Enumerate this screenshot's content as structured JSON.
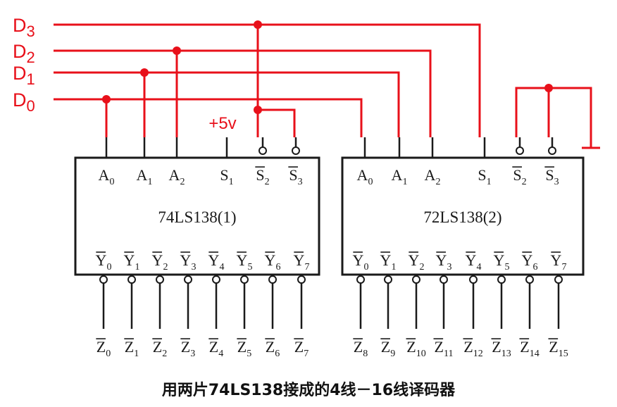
{
  "colors": {
    "wire": "#e8101a",
    "ink": "#1a1a1a"
  },
  "inputs": [
    {
      "letter": "D",
      "sub": "3"
    },
    {
      "letter": "D",
      "sub": "2"
    },
    {
      "letter": "D",
      "sub": "1"
    },
    {
      "letter": "D",
      "sub": "0"
    }
  ],
  "supply_label": "+5v",
  "chips": [
    {
      "title": "74LS138(1)",
      "top_pins": [
        {
          "main": "A",
          "sub": "0",
          "bar": false
        },
        {
          "main": "A",
          "sub": "1",
          "bar": false
        },
        {
          "main": "A",
          "sub": "2",
          "bar": false
        },
        {
          "main": "S",
          "sub": "1",
          "bar": false
        },
        {
          "main": "S",
          "sub": "2",
          "bar": true
        },
        {
          "main": "S",
          "sub": "3",
          "bar": true
        }
      ],
      "out_pins": [
        {
          "main": "Y",
          "sub": "0"
        },
        {
          "main": "Y",
          "sub": "1"
        },
        {
          "main": "Y",
          "sub": "2"
        },
        {
          "main": "Y",
          "sub": "3"
        },
        {
          "main": "Y",
          "sub": "4"
        },
        {
          "main": "Y",
          "sub": "5"
        },
        {
          "main": "Y",
          "sub": "6"
        },
        {
          "main": "Y",
          "sub": "7"
        }
      ],
      "outputs": [
        {
          "main": "Z",
          "sub": "0"
        },
        {
          "main": "Z",
          "sub": "1"
        },
        {
          "main": "Z",
          "sub": "2"
        },
        {
          "main": "Z",
          "sub": "3"
        },
        {
          "main": "Z",
          "sub": "4"
        },
        {
          "main": "Z",
          "sub": "5"
        },
        {
          "main": "Z",
          "sub": "6"
        },
        {
          "main": "Z",
          "sub": "7"
        }
      ]
    },
    {
      "title": "72LS138(2)",
      "top_pins": [
        {
          "main": "A",
          "sub": "0",
          "bar": false
        },
        {
          "main": "A",
          "sub": "1",
          "bar": false
        },
        {
          "main": "A",
          "sub": "2",
          "bar": false
        },
        {
          "main": "S",
          "sub": "1",
          "bar": false
        },
        {
          "main": "S",
          "sub": "2",
          "bar": true
        },
        {
          "main": "S",
          "sub": "3",
          "bar": true
        }
      ],
      "out_pins": [
        {
          "main": "Y",
          "sub": "0"
        },
        {
          "main": "Y",
          "sub": "1"
        },
        {
          "main": "Y",
          "sub": "2"
        },
        {
          "main": "Y",
          "sub": "3"
        },
        {
          "main": "Y",
          "sub": "4"
        },
        {
          "main": "Y",
          "sub": "5"
        },
        {
          "main": "Y",
          "sub": "6"
        },
        {
          "main": "Y",
          "sub": "7"
        }
      ],
      "outputs": [
        {
          "main": "Z",
          "sub": "8"
        },
        {
          "main": "Z",
          "sub": "9"
        },
        {
          "main": "Z",
          "sub": "10"
        },
        {
          "main": "Z",
          "sub": "11"
        },
        {
          "main": "Z",
          "sub": "12"
        },
        {
          "main": "Z",
          "sub": "13"
        },
        {
          "main": "Z",
          "sub": "14"
        },
        {
          "main": "Z",
          "sub": "15"
        }
      ]
    }
  ],
  "caption": "用两片74LS138接成的4线－16线译码器"
}
